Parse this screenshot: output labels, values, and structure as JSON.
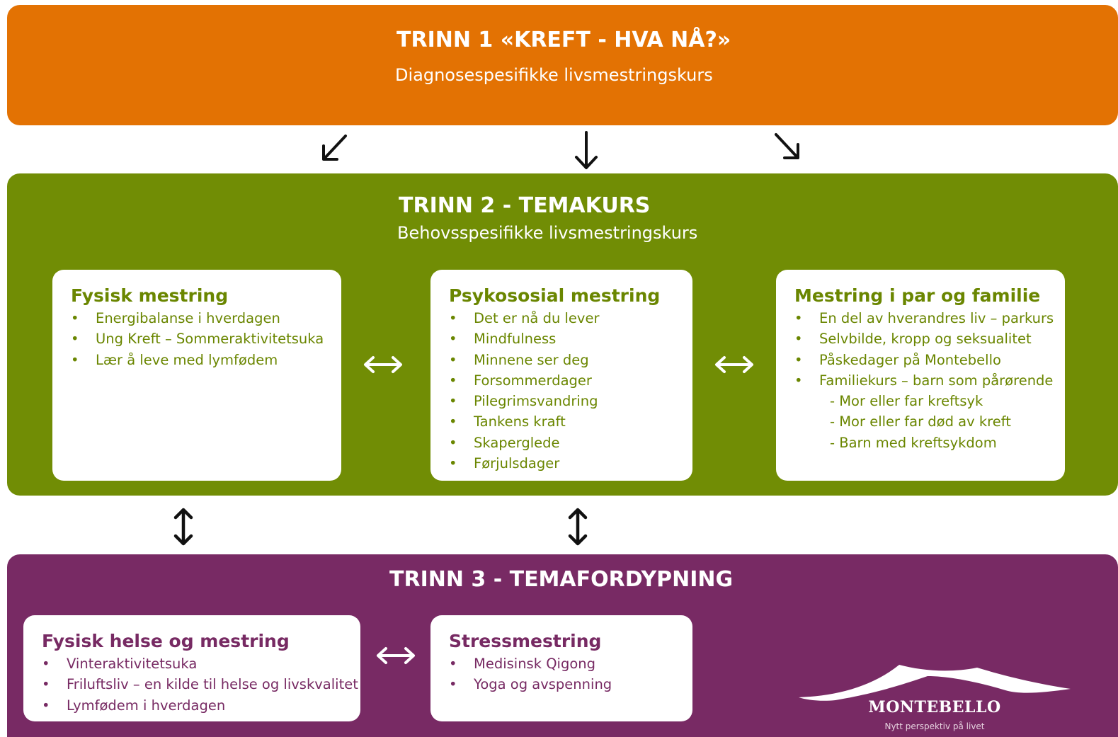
{
  "step1": {
    "title": "TRINN 1 «KREFT - HVA NÅ?»",
    "subtitle": "Diagnosespesifikke livsmestringskurs",
    "color": "#e37203"
  },
  "step2": {
    "title": "TRINN 2 - TEMAKURS",
    "subtitle": "Behovsspesifikke livsmestringskurs",
    "color": "#718d05",
    "cards": [
      {
        "title": "Fysisk mestring",
        "items": [
          "Energibalanse i hverdagen",
          "Ung Kreft – Sommeraktivitetsuka",
          "Lær å leve med lymfødem"
        ]
      },
      {
        "title": "Psykososial mestring",
        "items": [
          "Det er nå du lever",
          "Mindfulness",
          "Minnene ser deg",
          "Forsommerdager",
          "Pilegrimsvandring",
          "Tankens kraft",
          "Skaperglede",
          "Førjulsdager"
        ]
      },
      {
        "title": "Mestring i par og familie",
        "items": [
          "En del av hverandres liv – parkurs",
          "Selvbilde, kropp og seksualitet",
          "Påskedager på Montebello",
          "Familiekurs – barn som pårørende"
        ],
        "subitems": [
          "- Mor eller far kreftsyk",
          "- Mor eller far død av kreft",
          "- Barn med kreftsykdom"
        ]
      }
    ]
  },
  "step3": {
    "title": "TRINN 3 - TEMAFORDYPNING",
    "color": "#782a64",
    "cards": [
      {
        "title": "Fysisk helse og mestring",
        "items": [
          "Vinteraktivitetsuka",
          "Friluftsliv – en kilde til helse og livskvalitet",
          "Lymfødem i hverdagen"
        ]
      },
      {
        "title": "Stressmestring",
        "items": [
          "Medisinsk Qigong",
          "Yoga og avspenning"
        ]
      }
    ]
  },
  "bullet": "•",
  "logo": {
    "name": "MONTEBELLO",
    "tagline": "Nytt perspektiv på livet"
  },
  "icons": {
    "down_left": "arrow-down-left-icon",
    "down": "arrow-down-icon",
    "down_right": "arrow-down-right-icon",
    "horizontal": "double-arrow-horizontal-icon",
    "vertical": "double-arrow-vertical-icon"
  }
}
